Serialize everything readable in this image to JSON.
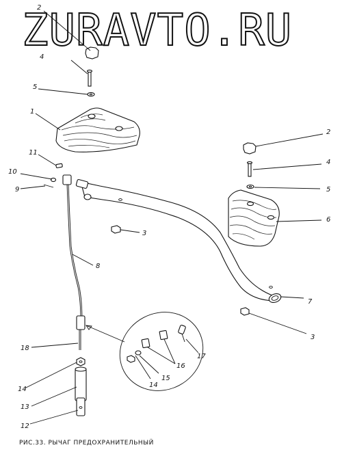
{
  "watermark": "ZURAVTO.RU",
  "caption": "РИС.33. РЫЧАГ  ПРЕДОХРАНИТЕЛЬНЫЙ",
  "callouts": {
    "c1": "1",
    "c2a": "2",
    "c2b": "2",
    "c3a": "3",
    "c3b": "3",
    "c4a": "4",
    "c4b": "4",
    "c5a": "5",
    "c5b": "5",
    "c6": "6",
    "c7": "7",
    "c8": "8",
    "c9": "9",
    "c10": "10",
    "c11": "11",
    "c12": "12",
    "c13": "13",
    "c14a": "14",
    "c14b": "14",
    "c15": "15",
    "c16": "16",
    "c17": "17",
    "c18": "18"
  }
}
